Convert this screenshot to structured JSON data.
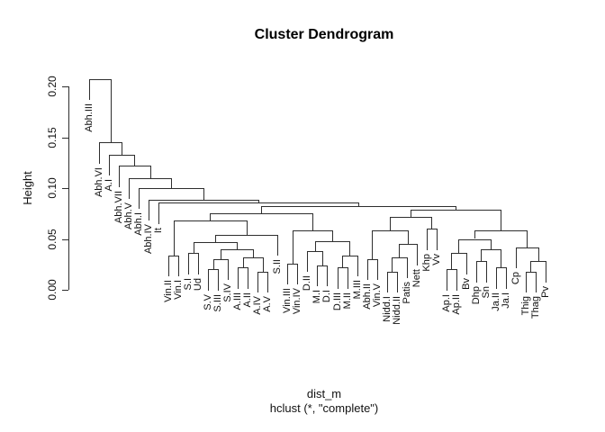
{
  "title": "Cluster Dendrogram",
  "y_axis": {
    "label": "Height",
    "ticks": [
      "0.00",
      "0.05",
      "0.10",
      "0.15",
      "0.20"
    ],
    "tick_values": [
      0.0,
      0.05,
      0.1,
      0.15,
      0.2
    ]
  },
  "captions": {
    "line1": "dist_m",
    "line2": "hclust (*, \"complete\")"
  },
  "colors": {
    "line": "#2e2e2e",
    "text": "#111111",
    "background": "#ffffff"
  },
  "chart_data": {
    "type": "dendrogram",
    "title": "Cluster Dendrogram",
    "ylabel": "Height",
    "caption": [
      "dist_m",
      "hclust (*, \"complete\")"
    ],
    "ylim": [
      0,
      0.21
    ],
    "yticks": [
      0.0,
      0.05,
      0.1,
      0.15,
      0.2
    ],
    "grid": false,
    "hang": 0.0207,
    "leaves_in_order": [
      "Abh.III",
      "Abh.VI",
      "A.I",
      "Abh.VII",
      "Abh.V",
      "Abh.I",
      "Abh.IV",
      "It",
      "Vin.II",
      "Vin.I",
      "S.I",
      "Ud",
      "S.V",
      "S.III",
      "S.IV",
      "A.III",
      "A.II",
      "A.IV",
      "A.V",
      "S.II",
      "Vin.III",
      "Vin.IV",
      "D.II",
      "M.I",
      "D.I",
      "D.III",
      "M.II",
      "M.III",
      "Abh.II",
      "Vin.V",
      "Nidd.I",
      "Nidd.II",
      "Patis",
      "Nett",
      "Khp",
      "Vv",
      "Ap.I",
      "Ap.II",
      "Bv",
      "Dhp",
      "Sn",
      "Ja.II",
      "Ja.I",
      "Cp",
      "Thig",
      "Thag",
      "Pv"
    ],
    "tree": {
      "h": 0.207,
      "c": [
        "Abh.III",
        {
          "h": 0.145,
          "c": [
            "Abh.VI",
            {
              "h": 0.133,
              "c": [
                "A.I",
                {
                  "h": 0.122,
                  "c": [
                    "Abh.VII",
                    {
                      "h": 0.11,
                      "c": [
                        "Abh.V",
                        {
                          "h": 0.1,
                          "c": [
                            "Abh.I",
                            {
                              "h": 0.0885,
                              "c": [
                                "Abh.IV",
                                {
                                  "h": 0.0855,
                                  "c": [
                                    "It",
                                    {
                                      "h": 0.082,
                                      "c": [
                                        {
                                          "h": 0.075,
                                          "c": [
                                            {
                                              "h": 0.068,
                                              "c": [
                                                {
                                                  "h": 0.034,
                                                  "c": [
                                                    "Vin.II",
                                                    "Vin.I"
                                                  ]
                                                },
                                                {
                                                  "h": 0.054,
                                                  "c": [
                                                    {
                                                      "h": 0.047,
                                                      "c": [
                                                        {
                                                          "h": 0.036,
                                                          "c": [
                                                            "S.I",
                                                            "Ud"
                                                          ]
                                                        },
                                                        {
                                                          "h": 0.04,
                                                          "c": [
                                                            {
                                                              "h": 0.03,
                                                              "c": [
                                                                {
                                                                  "h": 0.02,
                                                                  "c": [
                                                                    "S.V",
                                                                    "S.III"
                                                                  ]
                                                                },
                                                                "S.IV"
                                                              ]
                                                            },
                                                            {
                                                              "h": 0.032,
                                                              "c": [
                                                                {
                                                                  "h": 0.022,
                                                                  "c": [
                                                                    "A.III",
                                                                    "A.II"
                                                                  ]
                                                                },
                                                                {
                                                                  "h": 0.018,
                                                                  "c": [
                                                                    "A.IV",
                                                                    "A.V"
                                                                  ]
                                                                }
                                                              ]
                                                            }
                                                          ]
                                                        }
                                                      ]
                                                    },
                                                    "S.II"
                                                  ]
                                                }
                                              ]
                                            },
                                            {
                                              "h": 0.058,
                                              "c": [
                                                {
                                                  "h": 0.026,
                                                  "c": [
                                                    "Vin.III",
                                                    "Vin.IV"
                                                  ]
                                                },
                                                {
                                                  "h": 0.048,
                                                  "c": [
                                                    {
                                                      "h": 0.038,
                                                      "c": [
                                                        "D.II",
                                                        {
                                                          "h": 0.024,
                                                          "c": [
                                                            "M.I",
                                                            "D.I"
                                                          ]
                                                        }
                                                      ]
                                                    },
                                                    {
                                                      "h": 0.034,
                                                      "c": [
                                                        {
                                                          "h": 0.022,
                                                          "c": [
                                                            "D.III",
                                                            "M.II"
                                                          ]
                                                        },
                                                        "M.III"
                                                      ]
                                                    }
                                                  ]
                                                }
                                              ]
                                            }
                                          ]
                                        },
                                        {
                                          "h": 0.079,
                                          "c": [
                                            {
                                              "h": 0.072,
                                              "c": [
                                                {
                                                  "h": 0.058,
                                                  "c": [
                                                    {
                                                      "h": 0.03,
                                                      "c": [
                                                        "Abh.II",
                                                        "Vin.V"
                                                      ]
                                                    },
                                                    {
                                                      "h": 0.045,
                                                      "c": [
                                                        {
                                                          "h": 0.032,
                                                          "c": [
                                                            {
                                                              "h": 0.018,
                                                              "c": [
                                                                "Nidd.I",
                                                                "Nidd.II"
                                                              ]
                                                            },
                                                            "Patis"
                                                          ]
                                                        },
                                                        "Nett"
                                                      ]
                                                    }
                                                  ]
                                                },
                                                {
                                                  "h": 0.06,
                                                  "c": [
                                                    "Khp",
                                                    "Vv"
                                                  ]
                                                }
                                              ]
                                            },
                                            {
                                              "h": 0.058,
                                              "c": [
                                                {
                                                  "h": 0.05,
                                                  "c": [
                                                    {
                                                      "h": 0.036,
                                                      "c": [
                                                        {
                                                          "h": 0.02,
                                                          "c": [
                                                            "Ap.I",
                                                            "Ap.II"
                                                          ]
                                                        },
                                                        "Bv"
                                                      ]
                                                    },
                                                    {
                                                      "h": 0.04,
                                                      "c": [
                                                        {
                                                          "h": 0.028,
                                                          "c": [
                                                            "Dhp",
                                                            "Sn"
                                                          ]
                                                        },
                                                        {
                                                          "h": 0.022,
                                                          "c": [
                                                            "Ja.II",
                                                            "Ja.I"
                                                          ]
                                                        }
                                                      ]
                                                    }
                                                  ]
                                                },
                                                {
                                                  "h": 0.042,
                                                  "c": [
                                                    "Cp",
                                                    {
                                                      "h": 0.028,
                                                      "c": [
                                                        {
                                                          "h": 0.018,
                                                          "c": [
                                                            "Thig",
                                                            "Thag"
                                                          ]
                                                        },
                                                        "Pv"
                                                      ]
                                                    }
                                                  ]
                                                }
                                              ]
                                            }
                                          ]
                                        }
                                      ]
                                    }
                                  ]
                                }
                              ]
                            }
                          ]
                        }
                      ]
                    }
                  ]
                }
              ]
            }
          ]
        }
      ]
    }
  }
}
